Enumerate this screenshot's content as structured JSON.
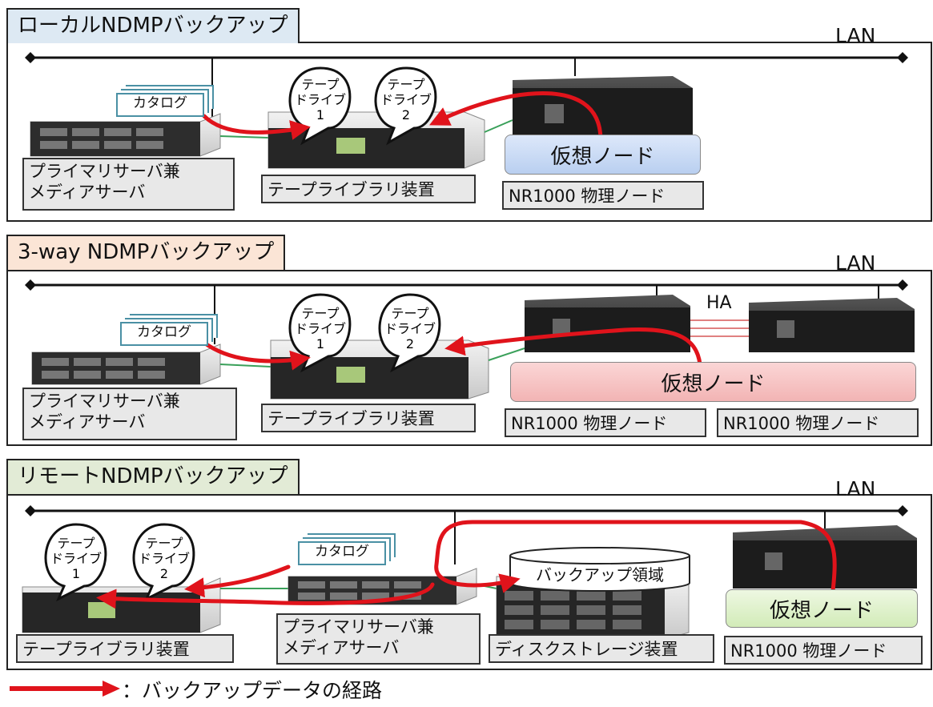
{
  "sections": [
    {
      "title": "ローカルNDMPバックアップ",
      "tab_color": "#dde9f3",
      "lan": "LAN",
      "server_label_1": "プライマリサーバ兼",
      "server_label_2": "メディアサーバ",
      "library_label": "テープライブラリ装置",
      "node_label": "NR1000 物理ノード",
      "virtual_node": "仮想ノード",
      "catalog": "カタログ",
      "drive1_l1": "テープ",
      "drive1_l2": "ドライブ",
      "drive1_n": "1",
      "drive2_l1": "テープ",
      "drive2_l2": "ドライブ",
      "drive2_n": "2"
    },
    {
      "title": "3-way NDMPバックアップ",
      "tab_color": "#fbe5d6",
      "lan": "LAN",
      "ha": "HA",
      "server_label_1": "プライマリサーバ兼",
      "server_label_2": "メディアサーバ",
      "library_label": "テープライブラリ装置",
      "node_label_1": "NR1000 物理ノード",
      "node_label_2": "NR1000 物理ノード",
      "virtual_node": "仮想ノード",
      "catalog": "カタログ",
      "drive1_l1": "テープ",
      "drive1_l2": "ドライブ",
      "drive1_n": "1",
      "drive2_l1": "テープ",
      "drive2_l2": "ドライブ",
      "drive2_n": "2"
    },
    {
      "title": "リモートNDMPバックアップ",
      "tab_color": "#e2ebd6",
      "lan": "LAN",
      "library_label": "テープライブラリ装置",
      "server_label_1": "プライマリサーバ兼",
      "server_label_2": "メディアサーバ",
      "disk_label": "ディスクストレージ装置",
      "backup_area": "バックアップ領域",
      "node_label": "NR1000 物理ノード",
      "virtual_node": "仮想ノード",
      "catalog": "カタログ",
      "drive1_l1": "テープ",
      "drive1_l2": "ドライブ",
      "drive1_n": "1",
      "drive2_l1": "テープ",
      "drive2_l2": "ドライブ",
      "drive2_n": "2"
    }
  ],
  "legend": {
    "text": "：バックアップデータの経路",
    "arrow_color": "#e0131b"
  },
  "colors": {
    "vnode_blue": "#c7d9f5",
    "vnode_red": "#f6c3c3",
    "vnode_green": "#ddf0c8",
    "path": "#e0131b"
  }
}
